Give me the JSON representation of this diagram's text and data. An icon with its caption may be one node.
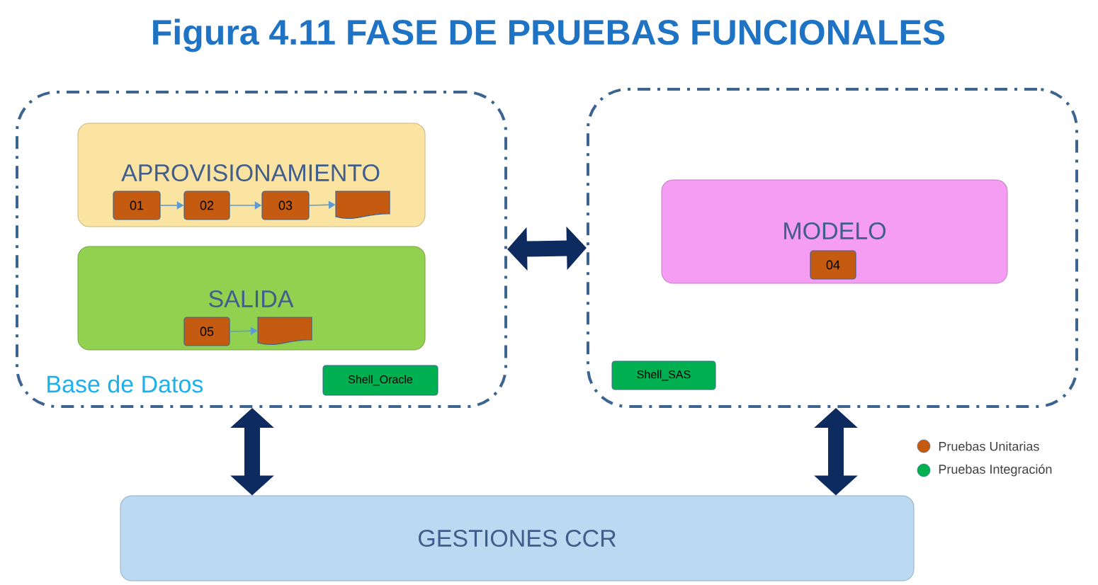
{
  "diagram": {
    "title": "Figura 4.11 FASE DE PRUEBAS FUNCIONALES",
    "nodes": [
      {
        "text": [
          "Base de Datos"
        ]
      },
      {
        "text": [
          "APROVISIONAMIENTO"
        ],
        "in": 0
      },
      {
        "text": [
          "01"
        ],
        "in": 1
      },
      {
        "text": [
          "02"
        ],
        "in": 1
      },
      {
        "text": [
          "03"
        ],
        "in": 1
      },
      {
        "text": [],
        "shape": "document",
        "in": 1
      },
      {
        "text": [
          "SALIDA"
        ],
        "in": 0
      },
      {
        "text": [
          "05"
        ],
        "in": 6
      },
      {
        "text": [],
        "shape": "document",
        "in": 6
      },
      {
        "text": [
          "Shell_Oracle"
        ],
        "in": 0
      },
      {
        "text": [],
        "shape": "box"
      },
      {
        "text": [
          "MODELO"
        ],
        "in": 10
      },
      {
        "text": [
          "04"
        ],
        "in": 11
      },
      {
        "text": [
          "Shell_SAS"
        ],
        "in": 10
      },
      {
        "text": [
          "GESTIONES CCR"
        ]
      }
    ],
    "edges": [
      {
        "from": 2,
        "to": 3,
        "arrow": "to"
      },
      {
        "from": 3,
        "to": 4,
        "arrow": "to"
      },
      {
        "from": 4,
        "to": 5,
        "arrow": "to"
      },
      {
        "from": 7,
        "to": 8,
        "arrow": "to"
      },
      {
        "from": 0,
        "to": 10,
        "arrow": "both",
        "style": "thick",
        "color": "#0d2b5e"
      },
      {
        "from": 0,
        "to": 14,
        "arrow": "both",
        "style": "thick",
        "color": "#0d2b5e"
      },
      {
        "from": 10,
        "to": 14,
        "arrow": "both",
        "style": "thick",
        "color": "#0d2b5e"
      }
    ],
    "legend": [
      {
        "text": "Pruebas Unitarias",
        "color": "#c55a11"
      },
      {
        "text": "Pruebas Integración",
        "color": "#00b050"
      }
    ]
  }
}
